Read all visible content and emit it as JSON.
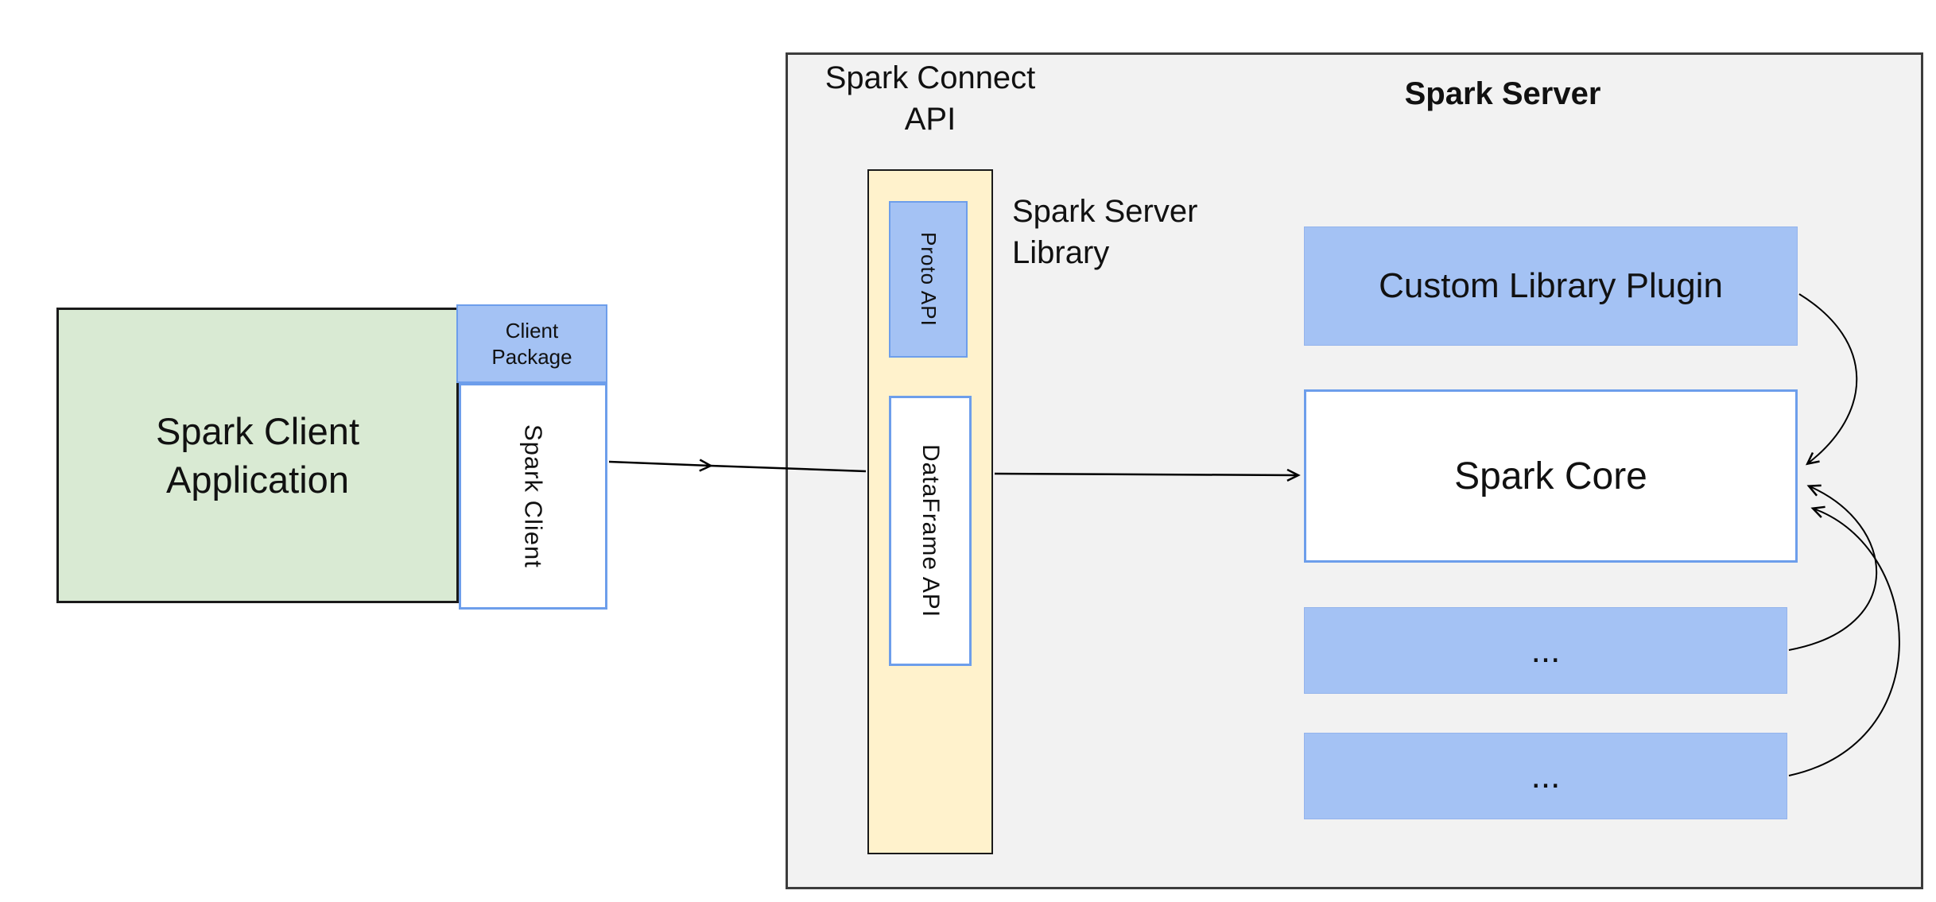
{
  "diagram": {
    "client_app": {
      "label": "Spark Client\nApplication"
    },
    "client_package": {
      "label": "Client\nPackage"
    },
    "spark_client": {
      "label": "Spark Client"
    },
    "connect_api": {
      "label": "Spark Connect\nAPI"
    },
    "server": {
      "title": "Spark Server"
    },
    "proto_api": {
      "label": "Proto API"
    },
    "server_library": {
      "label": "Spark Server\nLibrary"
    },
    "dataframe_api": {
      "label": "DataFrame API"
    },
    "custom_plugin": {
      "label": "Custom Library Plugin"
    },
    "spark_core": {
      "label": "Spark Core"
    },
    "module_1": {
      "label": "..."
    },
    "module_2": {
      "label": "..."
    }
  },
  "colors": {
    "client_app_fill": "#d9ead3",
    "blue_fill": "#a4c2f4",
    "blue_border": "#6d9eeb",
    "connect_column_fill": "#fff2cc",
    "server_fill": "#f2f2f2",
    "server_border": "#3c3c3c",
    "arrow": "#000000",
    "text": "#111111"
  }
}
